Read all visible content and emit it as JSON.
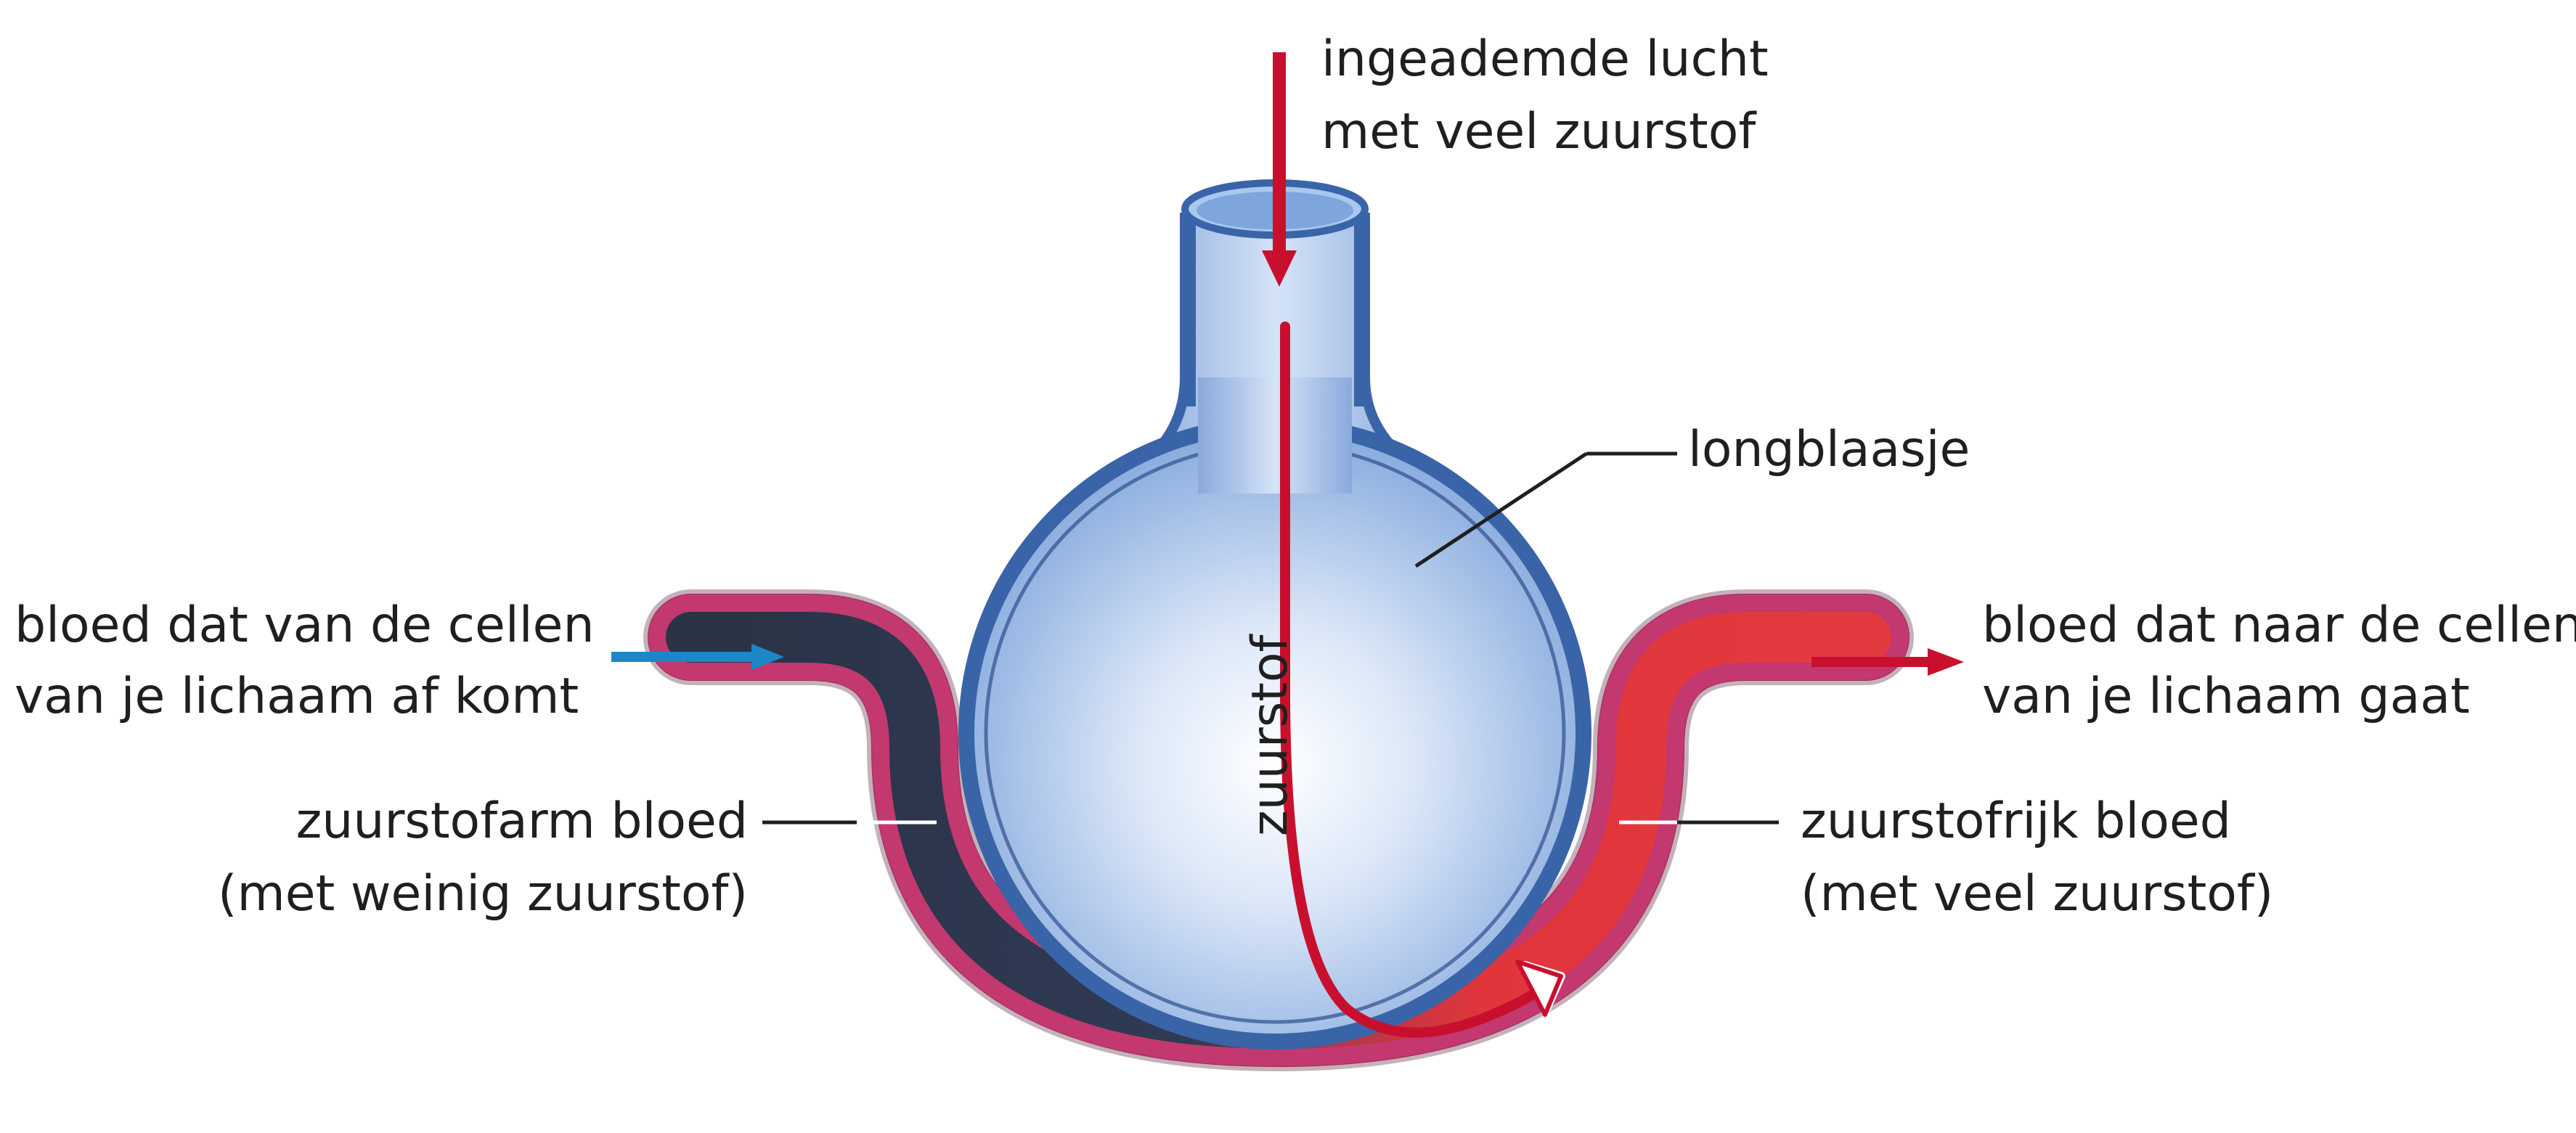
{
  "labels": {
    "inhaled_air_line1": "ingeademde lucht",
    "inhaled_air_line2": "met veel zuurstof",
    "alveolus": "longblaasje",
    "blood_from_cells_line1": "bloed dat van de cellen",
    "blood_from_cells_line2": "van je lichaam af komt",
    "blood_to_cells_line1": "bloed dat naar de cellen",
    "blood_to_cells_line2": "van je lichaam gaat",
    "oxygen_poor_line1": "zuurstofarm bloed",
    "oxygen_poor_line2": "(met weinig zuurstof)",
    "oxygen_rich_line1": "zuurstofrijk bloed",
    "oxygen_rich_line2": "(met veel zuurstof)",
    "oxygen_path": "zuurstof"
  },
  "colors": {
    "oxygen_arrow": "#c8102e",
    "deoxygenated_arrow": "#1b87c9",
    "vessel_wall": "#b8336a",
    "deoxygenated_blood": "#2b3346",
    "oxygenated_blood": "#e0353b",
    "alveolus_light": "#dbe9fb",
    "alveolus_dark": "#3f6fb8"
  }
}
